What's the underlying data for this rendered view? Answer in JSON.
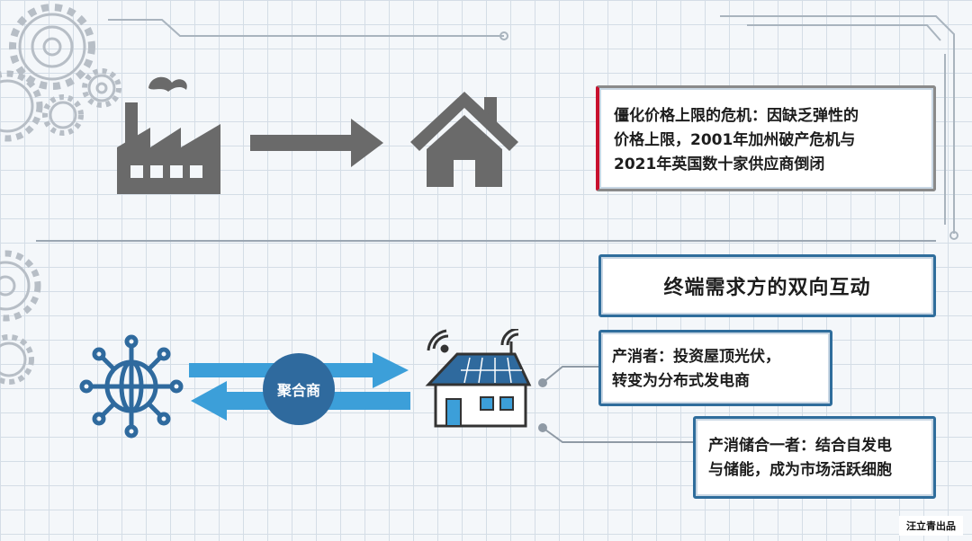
{
  "top_flow": {
    "source_icon": "factory-icon",
    "arrow_icon": "arrow-right-icon",
    "target_icon": "house-icon"
  },
  "crisis_box": {
    "text": "僵化价格上限的危机：因缺乏弹性的\n价格上限，2001年加州破产危机与\n2021年英国数十家供应商倒闭"
  },
  "section_title": "终端需求方的双向互动",
  "bottom_flow": {
    "grid_icon": "globe-network-icon",
    "aggregator_label": "聚合商",
    "house_icon": "smart-solar-house-icon"
  },
  "prosumer_box": {
    "text": "产消者：投资屋顶光伏，\n转变为分布式发电商"
  },
  "storage_box": {
    "text": "产消储合一者：结合自发电\n与储能，成为市场活跃细胞"
  },
  "credit": "汪立青出品",
  "colors": {
    "accent_blue": "#2f6a9e",
    "arrow_light_blue": "#3c9fd9",
    "icon_gray": "#6a6a6a",
    "crisis_red": "#c8102e"
  }
}
